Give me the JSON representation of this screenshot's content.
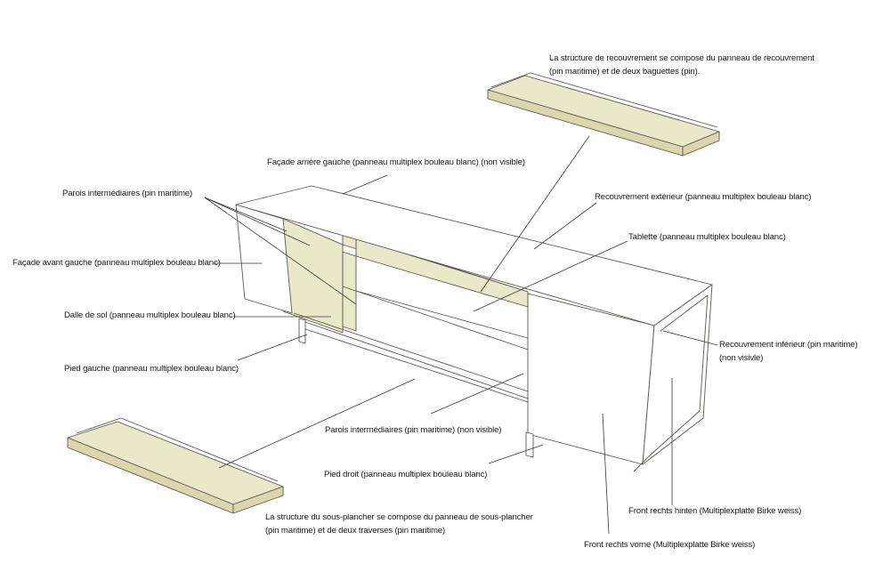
{
  "labels": {
    "top_structure": [
      "La structure de recouvrement se compose du panneau de recouvrement",
      "(pin maritime) et de deux baguettes (pin)."
    ],
    "back_left": "Façade arrière gauche (panneau multiplex bouleau blanc) (non visible)",
    "partitions_top": "Parois intermédiaires (pin maritime)",
    "outer_cover": "Recouvrement extérieur (panneau multiplex bouleau blanc)",
    "shelf": "Tablette (panneau multiplex bouleau blanc)",
    "front_left": "Façade avant gauche (panneau multiplex bouleau blanc)",
    "floor": "Dalle de sol (panneau multiplex bouleau blanc)",
    "lower_cover": [
      "Recouvrement inférieur (pin maritime)",
      "(non visivle)"
    ],
    "left_foot": "Pied gauche (panneau multiplex bouleau blanc)",
    "partitions_bottom": "Parois intermédiaires (pin maritime) (non visible)",
    "right_foot": "Pied droit (panneau multiplex bouleau blanc)",
    "bottom_structure": [
      "La structure du sous-plancher se compose du panneau de sous-plancher",
      "(pin maritime) et de deux traverses (pin maritime)"
    ],
    "front_right_back": "Front rechts hinten (Multiplexplatte Birke weiss)",
    "front_right_front": "Front rechts vorne (Multiplexplatte Birke weiss)"
  },
  "colors": {
    "wood": "#ebe7c9",
    "wood_shadow": "#dcd6ae",
    "line": "#3a3a3a",
    "text": "#1a1a1a"
  }
}
